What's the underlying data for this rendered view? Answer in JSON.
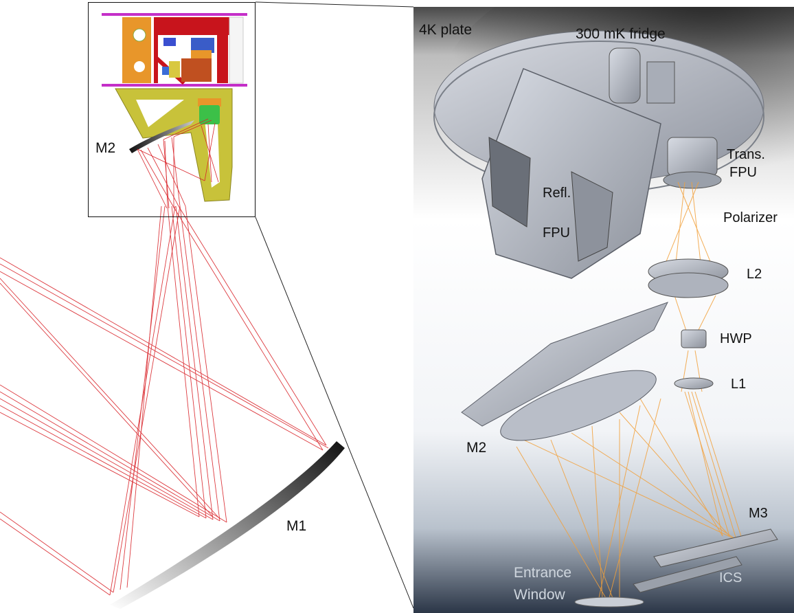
{
  "figure": {
    "labels": {
      "plate_4k": "4K plate",
      "fridge": "300 mK fridge",
      "trans_fpu_line1": "Trans.",
      "trans_fpu_line2": "FPU",
      "refl_fpu_line1": "Refl.",
      "refl_fpu_line2": "FPU",
      "polarizer": "Polarizer",
      "l2": "L2",
      "hwp": "HWP",
      "l1": "L1",
      "m2_right": "M2",
      "m3": "M3",
      "ics": "ICS",
      "entrance_line1": "Entrance",
      "entrance_line2": "Window",
      "m2_inset": "M2",
      "m1": "M1"
    },
    "colors": {
      "ray_red": "#d9242a",
      "ray_orange": "#f2a03a",
      "metal": "#b7bcc6",
      "background_dark": "#2f3b4c",
      "inset_yellow": "#c8c23a",
      "inset_red": "#c8141c",
      "inset_orange": "#e8962a",
      "inset_magenta": "#c42fc8"
    }
  }
}
